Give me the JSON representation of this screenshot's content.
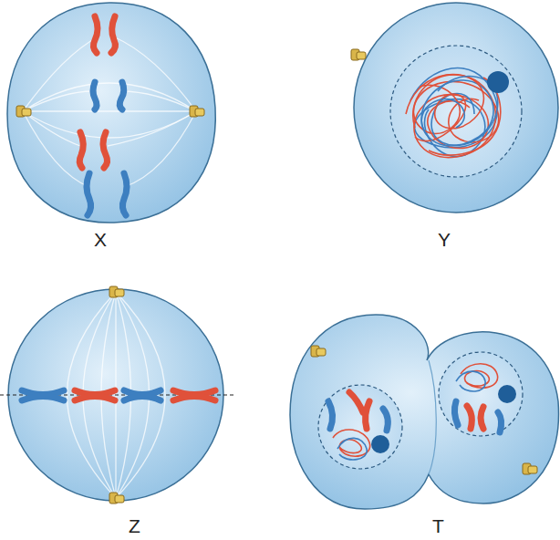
{
  "diagram": {
    "labels": [
      "X",
      "Y",
      "Z",
      "T"
    ]
  }
}
